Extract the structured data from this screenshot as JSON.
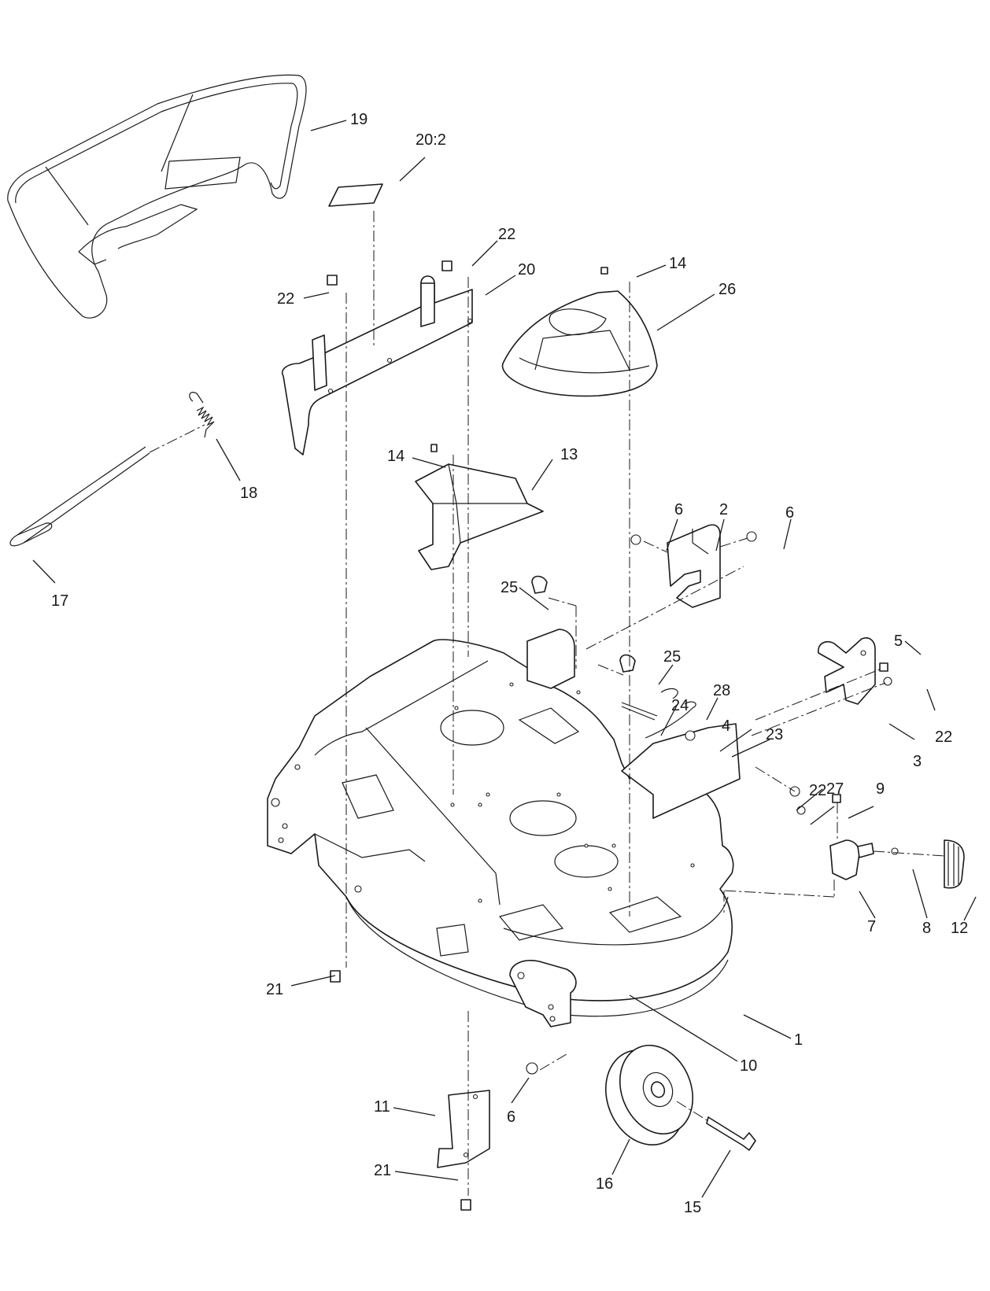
{
  "callouts": [
    {
      "id": "c1",
      "text": "19"
    },
    {
      "id": "c2",
      "text": "20:2"
    },
    {
      "id": "c3",
      "text": "22"
    },
    {
      "id": "c4",
      "text": "20"
    },
    {
      "id": "c5",
      "text": "22"
    },
    {
      "id": "c6",
      "text": "14"
    },
    {
      "id": "c7",
      "text": "26"
    },
    {
      "id": "c8",
      "text": "18"
    },
    {
      "id": "c9",
      "text": "14"
    },
    {
      "id": "c10",
      "text": "13"
    },
    {
      "id": "c11",
      "text": "6"
    },
    {
      "id": "c12",
      "text": "2"
    },
    {
      "id": "c13",
      "text": "6"
    },
    {
      "id": "c14",
      "text": "17"
    },
    {
      "id": "c15",
      "text": "25"
    },
    {
      "id": "c16",
      "text": "5"
    },
    {
      "id": "c17",
      "text": "25"
    },
    {
      "id": "c18",
      "text": "28"
    },
    {
      "id": "c19",
      "text": "24"
    },
    {
      "id": "c20",
      "text": "4"
    },
    {
      "id": "c21",
      "text": "23"
    },
    {
      "id": "c22",
      "text": "22"
    },
    {
      "id": "c23",
      "text": "3"
    },
    {
      "id": "c24",
      "text": "22"
    },
    {
      "id": "c25",
      "text": "27"
    },
    {
      "id": "c26",
      "text": "9"
    },
    {
      "id": "c27",
      "text": "7"
    },
    {
      "id": "c28",
      "text": "8"
    },
    {
      "id": "c29",
      "text": "12"
    },
    {
      "id": "c30",
      "text": "21"
    },
    {
      "id": "c31",
      "text": "1"
    },
    {
      "id": "c32",
      "text": "10"
    },
    {
      "id": "c33",
      "text": "11"
    },
    {
      "id": "c34",
      "text": "6"
    },
    {
      "id": "c35",
      "text": "21"
    },
    {
      "id": "c36",
      "text": "16"
    },
    {
      "id": "c37",
      "text": "15"
    }
  ]
}
